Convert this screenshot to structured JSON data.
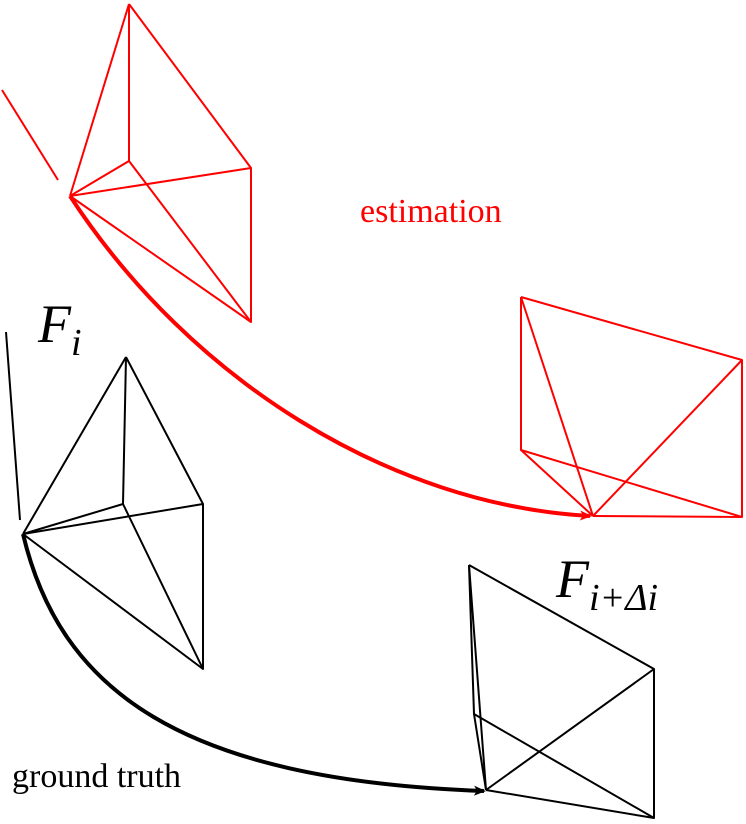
{
  "colors": {
    "estimate": "#ff0000",
    "ground_truth": "#000000",
    "background": "#ffffff"
  },
  "labels": {
    "estimation": "estimation",
    "ground_truth": "ground truth",
    "frame_i": {
      "base": "F",
      "subscript": "i"
    },
    "frame_i_delta": {
      "base": "F",
      "subscript": "i+Δi"
    }
  },
  "frames": {
    "estimated_start": "F_i (estimated pose)",
    "estimated_end": "F_{i+Δi} (estimated pose)",
    "truth_start": "F_i (ground-truth pose)",
    "truth_end": "F_{i+Δi} (ground-truth pose)"
  }
}
